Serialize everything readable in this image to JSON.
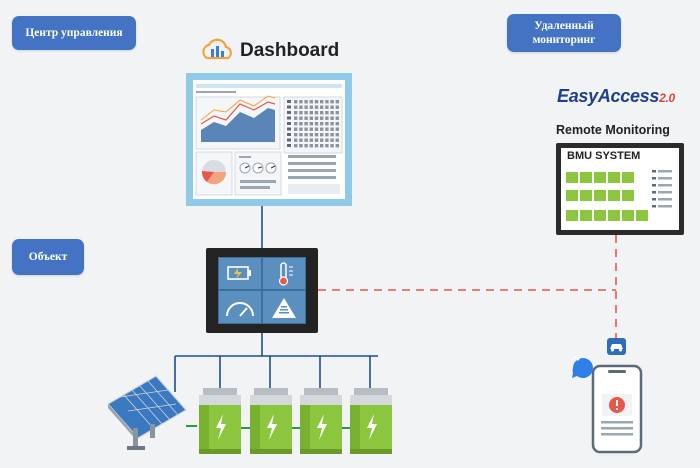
{
  "labels": {
    "control_center": "Центр управления",
    "remote_monitoring_ru": "Удаленный\nмониторинг",
    "object": "Объект",
    "dashboard": "Dashboard",
    "easyaccess_brand": "EasyAccess",
    "easyaccess_version": "2.0",
    "remote_monitoring": "Remote Monitoring",
    "bmu_system": "BMU SYSTEM"
  },
  "colors": {
    "tag_blue": "#4473c4",
    "link_blue": "#1f4e8c",
    "dashed_link": "#e8574a",
    "battery_green": "#8cc63f",
    "hmi_tile": "#5a8fbf"
  },
  "icons": [
    "cloud-chart-icon",
    "battery-icon",
    "thermometer-icon",
    "gauge-icon",
    "warning-icon",
    "messenger-icon",
    "car-app-icon",
    "alert-icon",
    "lightning-icon"
  ]
}
